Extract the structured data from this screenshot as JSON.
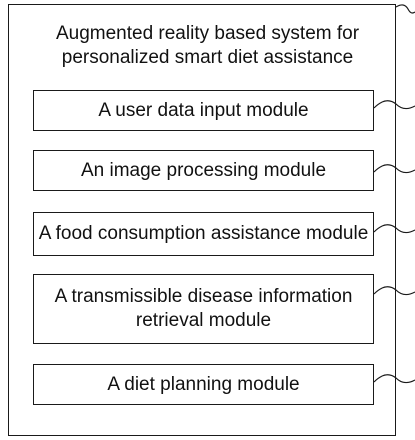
{
  "title": {
    "line1": "Augmented reality based system for",
    "line2": "personalized smart diet assistance"
  },
  "modules": [
    {
      "line1": "A user data input module",
      "line2": ""
    },
    {
      "line1": "An image processing module",
      "line2": ""
    },
    {
      "line1": "A food consumption assistance module",
      "line2": ""
    },
    {
      "line1": "A transmissible disease information",
      "line2": "retrieval module"
    },
    {
      "line1": "A diet planning module",
      "line2": ""
    }
  ],
  "colors": {
    "stroke": "#1a1a1a",
    "text": "#111111",
    "background": "#ffffff"
  }
}
